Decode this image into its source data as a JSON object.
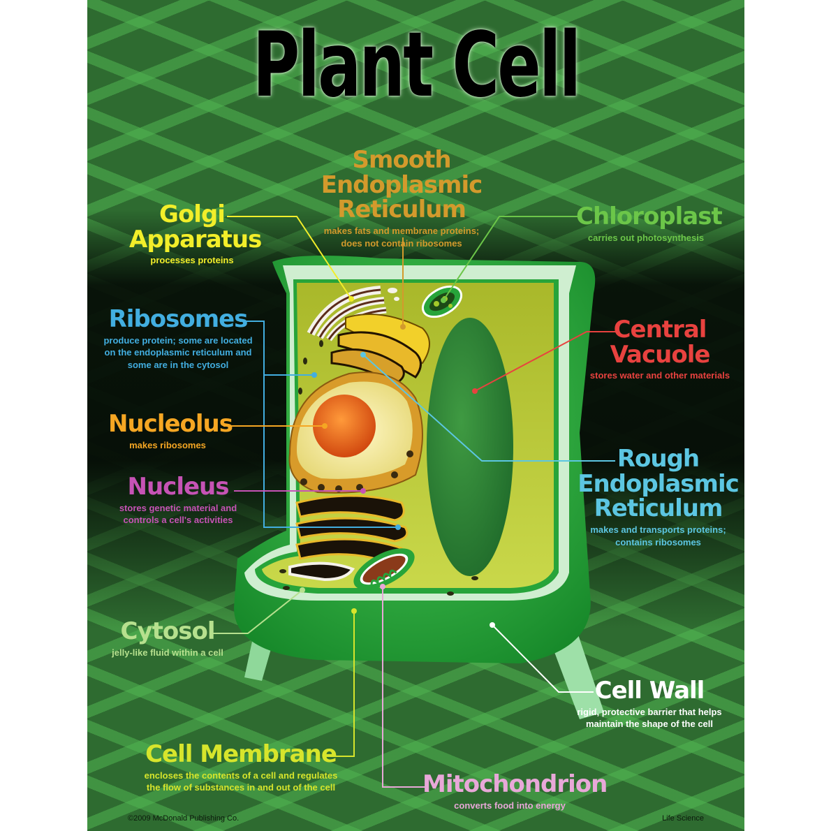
{
  "poster": {
    "title": "Plant Cell",
    "footer_left": "©2009 McDonald Publishing Co.",
    "footer_right": "Life Science"
  },
  "labels": {
    "smooth_er": {
      "name_line1": "Smooth Endoplasmic",
      "name_line2": "Reticulum",
      "desc_line1": "makes fats and membrane proteins;",
      "desc_line2": "does not contain ribosomes",
      "color": "#d39a2c"
    },
    "golgi": {
      "name_line1": "Golgi",
      "name_line2": "Apparatus",
      "desc_line1": "processes proteins",
      "color": "#f2ee2a"
    },
    "chloroplast": {
      "name_line1": "Chloroplast",
      "desc_line1": "carries out photosynthesis",
      "color": "#6cc649"
    },
    "ribosomes": {
      "name_line1": "Ribosomes",
      "desc_line1": "produce protein; some are located",
      "desc_line2": "on the endoplasmic reticulum and",
      "desc_line3": "some are in the cytosol",
      "color": "#42aee0"
    },
    "central_vacuole": {
      "name_line1": "Central",
      "name_line2": "Vacuole",
      "desc_line1": "stores water and other materials",
      "color": "#e8423f"
    },
    "nucleolus": {
      "name_line1": "Nucleolus",
      "desc_line1": "makes ribosomes",
      "color": "#f5a623"
    },
    "nucleus": {
      "name_line1": "Nucleus",
      "desc_line1": "stores genetic material and",
      "desc_line2": "controls a cell's activities",
      "color": "#c653b5"
    },
    "rough_er": {
      "name_line1": "Rough",
      "name_line2": "Endoplasmic",
      "name_line3": "Reticulum",
      "desc_line1": "makes and transports proteins;",
      "desc_line2": "contains ribosomes",
      "color": "#5cc6e2"
    },
    "cytosol": {
      "name_line1": "Cytosol",
      "desc_line1": "jelly-like fluid within a cell",
      "color": "#b6e08e"
    },
    "cell_wall": {
      "name_line1": "Cell Wall",
      "desc_line1": "rigid, protective barrier that helps",
      "desc_line2": "maintain the shape of the cell",
      "color": "#ffffff"
    },
    "cell_membrane": {
      "name_line1": "Cell Membrane",
      "desc_line1": "encloses the contents of a cell and regulates",
      "desc_line2": "the flow of substances in and out of the cell",
      "color": "#d7e52c"
    },
    "mitochondrion": {
      "name_line1": "Mitochondrion",
      "desc_line1": "converts food into energy",
      "color": "#e8a8d8"
    }
  }
}
